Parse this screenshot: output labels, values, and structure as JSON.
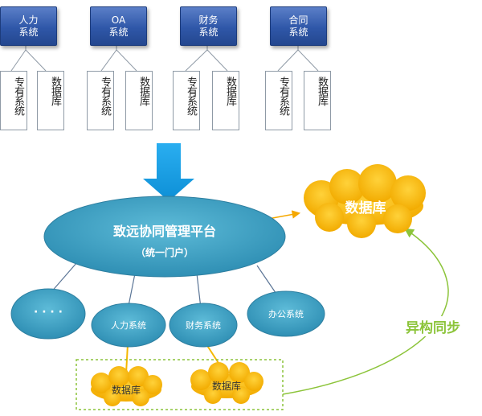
{
  "systems": [
    {
      "name_line1": "人力",
      "name_line2": "系统",
      "box1": "专有系统",
      "box2": "数据库"
    },
    {
      "name_line1": "OA",
      "name_line2": "系统",
      "box1": "专有系统",
      "box2": "数据库"
    },
    {
      "name_line1": "财务",
      "name_line2": "系统",
      "box1": "专有系统",
      "box2": "数据库"
    },
    {
      "name_line1": "合同",
      "name_line2": "系统",
      "box1": "专有系统",
      "box2": "数据库"
    }
  ],
  "platform": {
    "title": "致远协同管理平台",
    "subtitle": "（统一门户）"
  },
  "modules": [
    {
      "label": "· · · ·"
    },
    {
      "label": "人力系统"
    },
    {
      "label": "财务系统"
    },
    {
      "label": "办公系统"
    }
  ],
  "central_db": {
    "label": "数据库"
  },
  "local_dbs": [
    {
      "label": "数据库"
    },
    {
      "label": "数据库"
    }
  ],
  "sync_label": "异构同步",
  "colors": {
    "system_box": "#2f57a8",
    "ellipse": "#3c9fc0",
    "arrow_blue": "#1aa3e8",
    "cloud": "#f5b800",
    "sync_green": "#8cc43a",
    "arrow_orange": "#f5a800"
  }
}
